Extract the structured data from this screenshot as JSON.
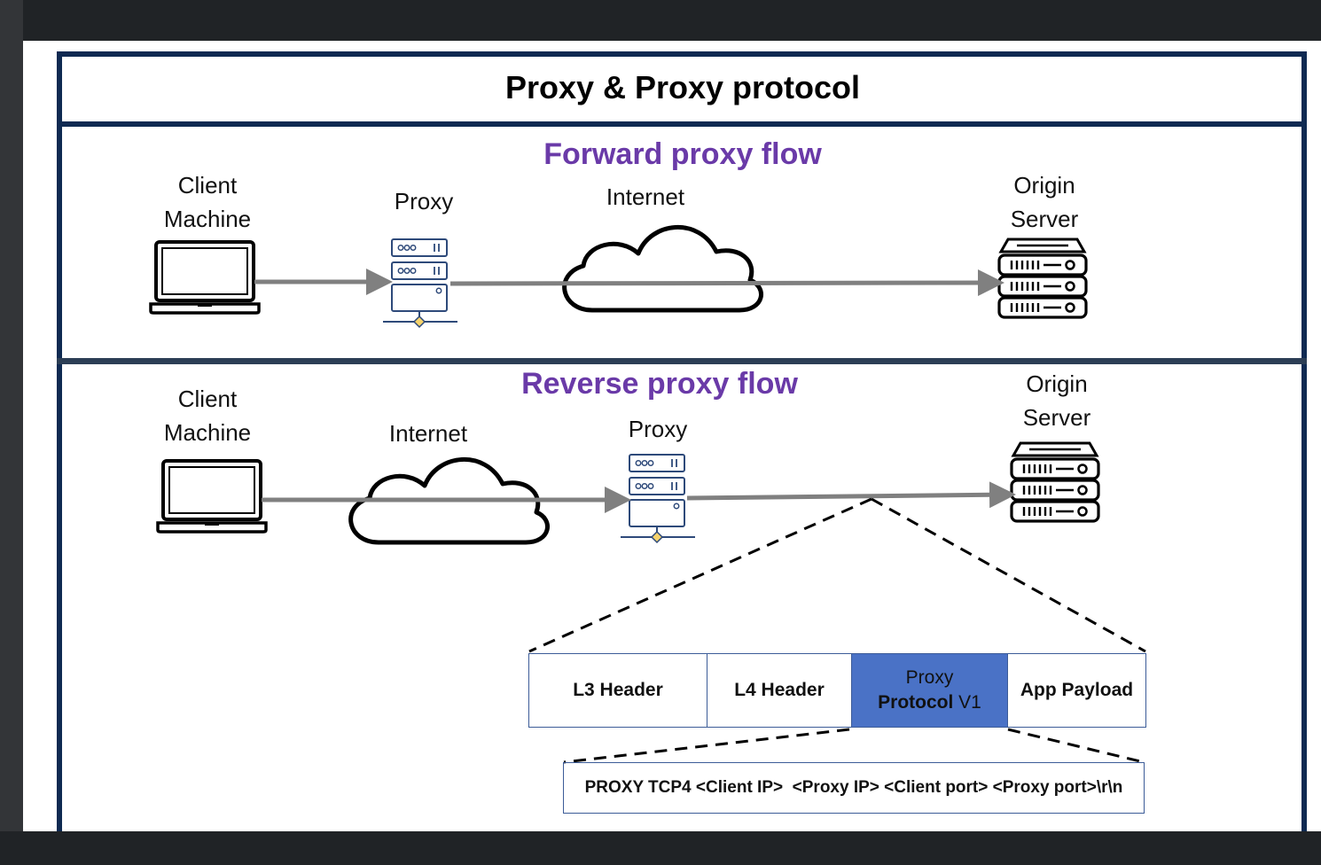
{
  "title": "Proxy & Proxy protocol",
  "forward": {
    "title": "Forward proxy flow",
    "client_line1": "Client",
    "client_line2": "Machine",
    "proxy": "Proxy",
    "internet": "Internet",
    "origin_line1": "Origin",
    "origin_line2": "Server"
  },
  "reverse": {
    "title": "Reverse proxy flow",
    "client_line1": "Client",
    "client_line2": "Machine",
    "internet": "Internet",
    "proxy": "Proxy",
    "origin_line1": "Origin",
    "origin_line2": "Server"
  },
  "packet": {
    "l3": "L3 Header",
    "l4": "L4 Header",
    "proxy_protocol_line1": "Proxy",
    "proxy_protocol_bold": "Protocol",
    "proxy_protocol_version": " V1",
    "payload": "App Payload"
  },
  "proxy_header_format": "PROXY TCP4 <Client IP>  <Proxy IP> <Client port> <Proxy port>\\r\\n",
  "colors": {
    "frame": "#0f2a52",
    "section_title": "#6a3aa8",
    "highlight_cell": "#4a72c6",
    "arrow": "#808080"
  },
  "icons": [
    "laptop-icon",
    "server-rack-icon",
    "cloud-icon",
    "origin-server-icon"
  ]
}
